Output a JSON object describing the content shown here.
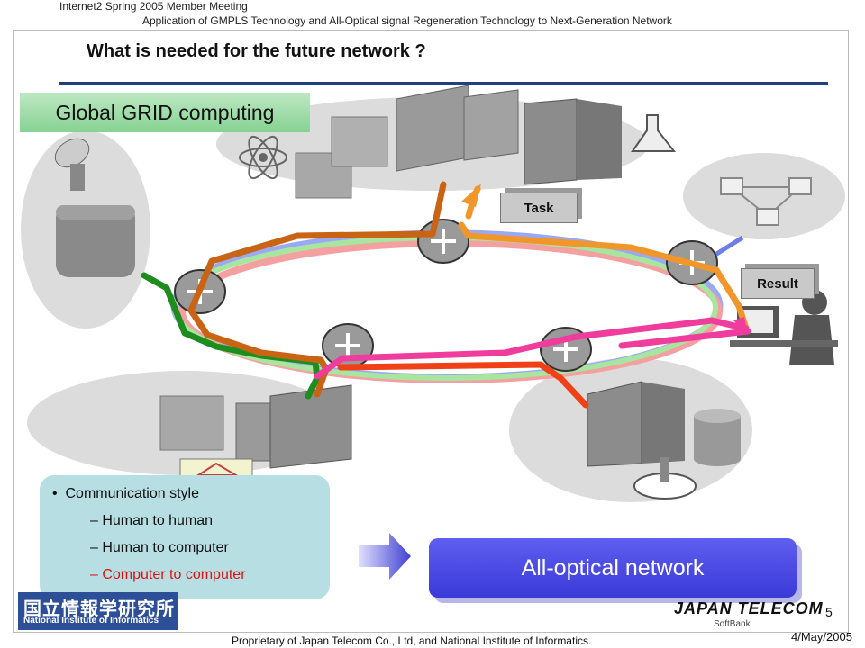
{
  "header": {
    "meeting": "Internet2 Spring 2005 Member Meeting",
    "subtitle": "Application of GMPLS Technology and All-Optical signal Regeneration Technology to Next-Generation Network"
  },
  "slide": {
    "title": "What is needed for the future network ?",
    "grid_label": "Global GRID computing",
    "task_label": "Task",
    "result_label": "Result",
    "communication": {
      "heading": "Communication style",
      "items": [
        {
          "text": "Human to human",
          "color": "#111111"
        },
        {
          "text": "Human to computer",
          "color": "#111111"
        },
        {
          "text": "Computer to computer",
          "color": "#e01010"
        }
      ]
    },
    "all_optical_label": "All-optical network",
    "page_number": "5",
    "date": "4/May/2005",
    "footer": "Proprietary of Japan Telecom Co., Ltd, and National Institute of Informatics."
  },
  "logos": {
    "nii_kanji": "国立情報学研究所",
    "nii_english": "National Institute of Informatics",
    "japan_telecom": "JAPAN TELECOM",
    "softbank": "SoftBank"
  },
  "colors": {
    "title_rule": "#1f3f80",
    "grid_label_bg": "#9ddba7",
    "comm_box_bg": "#b7dfe3",
    "button_bg": "#4a4ae0",
    "path_green": "#1e8c1e",
    "path_brown": "#c86414",
    "path_orange": "#f0962a",
    "path_pink": "#f03c9c",
    "path_red": "#f04018"
  }
}
